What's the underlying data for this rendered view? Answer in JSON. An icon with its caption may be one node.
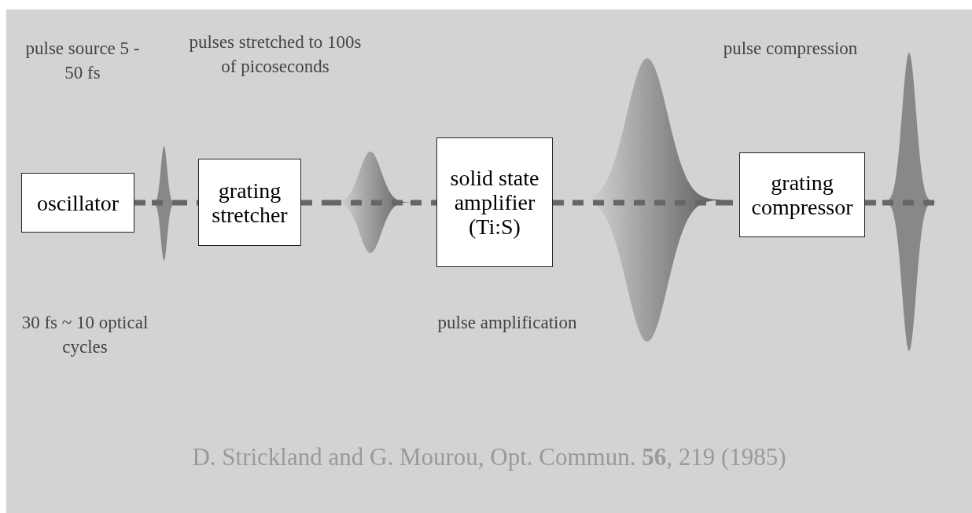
{
  "diagram": {
    "caption": "D. Strickland and G. Mourou, Opt. Commun. **56**, 219 (1985)",
    "nodes": [
      {
        "text": [
          "oscillator"
        ]
      },
      {
        "text": [],
        "shape": "picture"
      },
      {
        "text": [
          "grating stretcher"
        ]
      },
      {
        "text": [],
        "shape": "picture"
      },
      {
        "text": [
          "solid state amplifier (Ti:S)"
        ]
      },
      {
        "text": [],
        "shape": "picture"
      },
      {
        "text": [
          "grating compressor"
        ]
      },
      {
        "text": [],
        "shape": "picture"
      }
    ],
    "edges": [
      {
        "from": 0,
        "to": 1,
        "arrow": "none",
        "style": "dashed"
      },
      {
        "from": 1,
        "to": 2,
        "arrow": "none",
        "style": "dashed"
      },
      {
        "from": 2,
        "to": 3,
        "arrow": "none",
        "style": "dashed"
      },
      {
        "from": 3,
        "to": 4,
        "arrow": "none",
        "style": "dashed"
      },
      {
        "from": 4,
        "to": 5,
        "arrow": "none",
        "style": "dashed"
      },
      {
        "from": 5,
        "to": 6,
        "arrow": "none",
        "style": "dashed"
      },
      {
        "from": 6,
        "to": 7,
        "arrow": "none",
        "style": "dashed"
      }
    ],
    "labels": [
      "pulse source 5 - 50 fs",
      "pulses stretched to 100s of picoseconds",
      "pulse compression",
      "30 fs ~ 10 optical cycles",
      "pulse amplification"
    ]
  }
}
